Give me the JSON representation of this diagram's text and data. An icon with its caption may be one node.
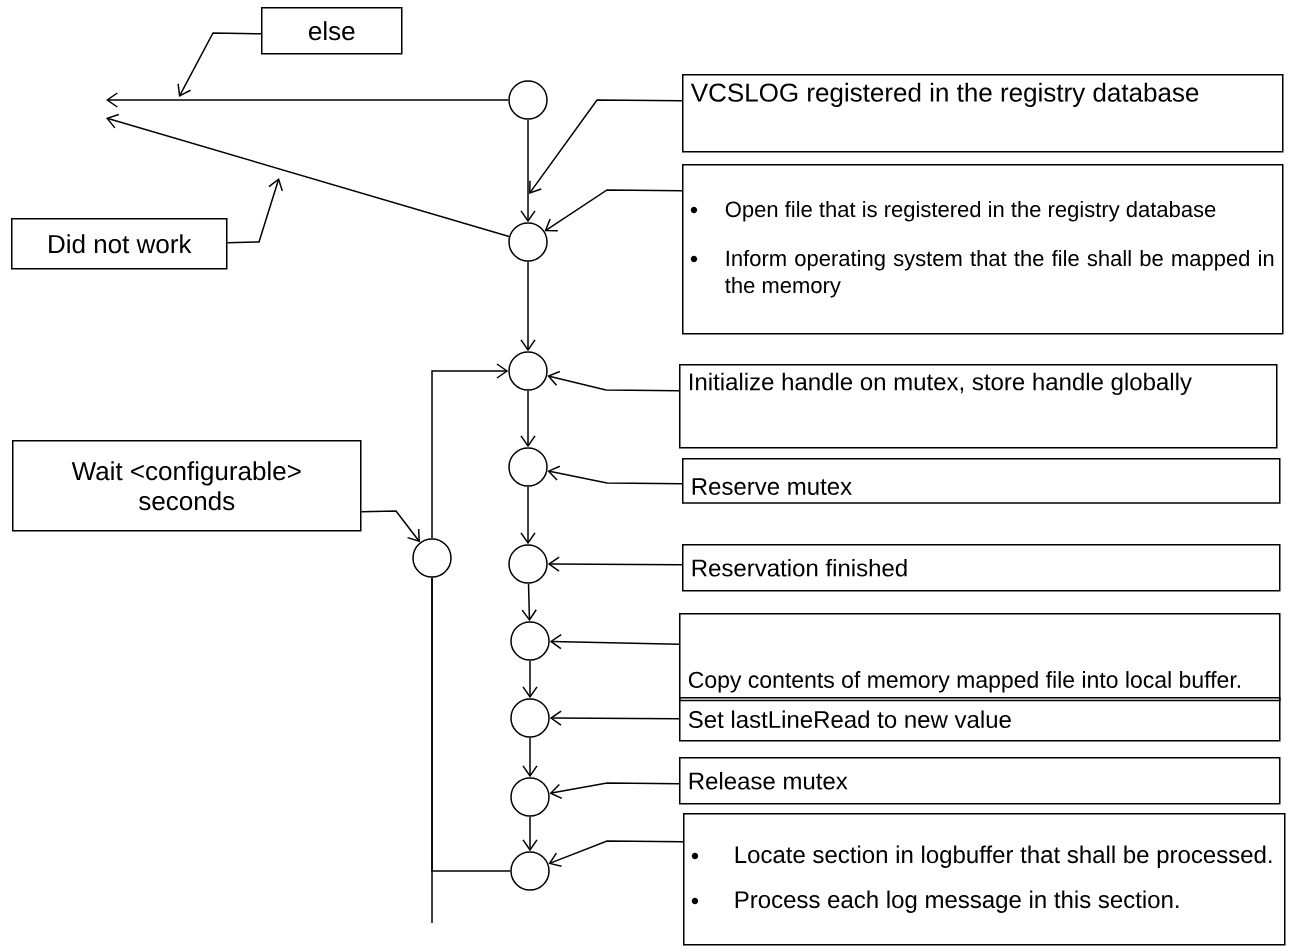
{
  "diagram": {
    "nodes": [
      {
        "text": [
          "else"
        ]
      },
      {
        "text": [],
        "shape": "circle"
      },
      {
        "text": [
          "VCSLOG registered in the registry database"
        ]
      },
      {
        "text": [
          "Did not work"
        ]
      },
      {
        "text": [],
        "shape": "circle"
      },
      {
        "text": [
          "Open file that is registered in the registry database",
          "Inform operating system that the file shall be mapped in the memory"
        ]
      },
      {
        "text": [],
        "shape": "circle"
      },
      {
        "text": [
          "Initialize handle on mutex, store handle globally"
        ]
      },
      {
        "text": [
          "Wait <configurable> seconds"
        ]
      },
      {
        "text": [],
        "shape": "circle"
      },
      {
        "text": [
          "Reserve mutex"
        ]
      },
      {
        "text": [],
        "shape": "circle"
      },
      {
        "text": [],
        "shape": "circle"
      },
      {
        "text": [
          "Reservation finished"
        ]
      },
      {
        "text": [],
        "shape": "circle"
      },
      {
        "text": [
          "Copy contents of memory mapped file into local buffer."
        ]
      },
      {
        "text": [],
        "shape": "circle"
      },
      {
        "text": [
          "Set lastLineRead to new value"
        ]
      },
      {
        "text": [],
        "shape": "circle"
      },
      {
        "text": [
          "Release mutex"
        ]
      },
      {
        "text": [],
        "shape": "circle"
      },
      {
        "text": [
          "Locate section in logbuffer that shall be processed.",
          "Process each log message in this section."
        ]
      }
    ],
    "edges": [
      {
        "from": 1,
        "to": null,
        "arrow": "to"
      },
      {
        "from": 4,
        "to": null,
        "arrow": "to"
      },
      {
        "from": 0,
        "to": null,
        "arrow": "to"
      },
      {
        "from": 3,
        "to": null,
        "arrow": "to"
      },
      {
        "from": 2,
        "to": null,
        "arrow": "to"
      },
      {
        "from": 5,
        "to": 4,
        "arrow": "to"
      },
      {
        "from": 1,
        "to": 4,
        "arrow": "to"
      },
      {
        "from": 4,
        "to": 6,
        "arrow": "to"
      },
      {
        "from": 6,
        "to": 9,
        "arrow": "to"
      },
      {
        "from": 9,
        "to": 12,
        "arrow": "to"
      },
      {
        "from": 12,
        "to": 14,
        "arrow": "to"
      },
      {
        "from": 14,
        "to": 16,
        "arrow": "to"
      },
      {
        "from": 16,
        "to": 18,
        "arrow": "to"
      },
      {
        "from": 18,
        "to": 20,
        "arrow": "to"
      },
      {
        "from": 7,
        "to": 6,
        "arrow": "to"
      },
      {
        "from": 10,
        "to": 9,
        "arrow": "to"
      },
      {
        "from": 13,
        "to": 12,
        "arrow": "to"
      },
      {
        "from": 15,
        "to": 14,
        "arrow": "to"
      },
      {
        "from": 17,
        "to": 16,
        "arrow": "to"
      },
      {
        "from": 19,
        "to": 18,
        "arrow": "to"
      },
      {
        "from": 21,
        "to": 20,
        "arrow": "to"
      },
      {
        "from": 8,
        "to": 11,
        "arrow": "to"
      },
      {
        "from": 20,
        "to": 11,
        "arrow": "none"
      },
      {
        "from": 11,
        "to": 6,
        "arrow": "to"
      },
      {
        "from": null,
        "to": 11,
        "arrow": "none"
      }
    ]
  }
}
